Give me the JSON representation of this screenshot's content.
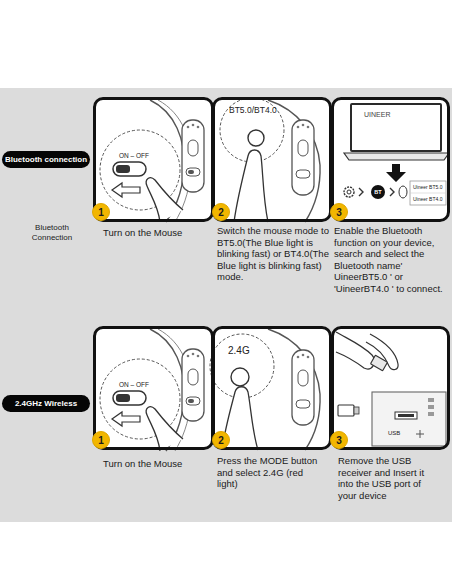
{
  "diagram": {
    "nodes": [
      {
        "text": [
          "Bluetooth connection"
        ]
      },
      {
        "text": [
          "Turn on the Mouse"
        ]
      },
      {
        "text": [
          "1"
        ],
        "in": 1
      },
      {
        "text": [
          "Switch the mouse mode to BT5.0(The Blue light is blinking fast) or BT4.0(The Blue light is blinking fast) mode."
        ]
      },
      {
        "text": [
          "2"
        ],
        "in": 3
      },
      {
        "text": [
          "Enable the Bluetooth function on your device, search and select the Bluetooth name' UineerBT5.0 ' or 'UineerBT4.0 ' to connect."
        ]
      },
      {
        "text": [
          "UINEER"
        ],
        "in": 5
      },
      {
        "text": [
          "BT"
        ],
        "in": 5
      },
      {
        "text": [
          "3"
        ],
        "in": 5
      },
      {
        "text": [
          "2.4GHz Wireless"
        ]
      },
      {
        "text": [
          "Turn on the Mouse"
        ]
      },
      {
        "text": [
          "1"
        ],
        "in": 10
      },
      {
        "text": [
          "Press the MODE button and select 2.4G (red light)"
        ]
      },
      {
        "text": [
          "2"
        ],
        "in": 12
      },
      {
        "text": [
          "Remove the USB receiver and Insert it into the USB port of your device"
        ]
      },
      {
        "text": [
          "3"
        ],
        "in": 14
      }
    ],
    "labels": [
      "Bluetooth Connection",
      "ON – OFF",
      "BT5.0/BT4.0",
      "Uineer BT5.0",
      "Uineer BT4.0",
      "ON – OFF",
      "2.4G",
      "USB"
    ]
  }
}
